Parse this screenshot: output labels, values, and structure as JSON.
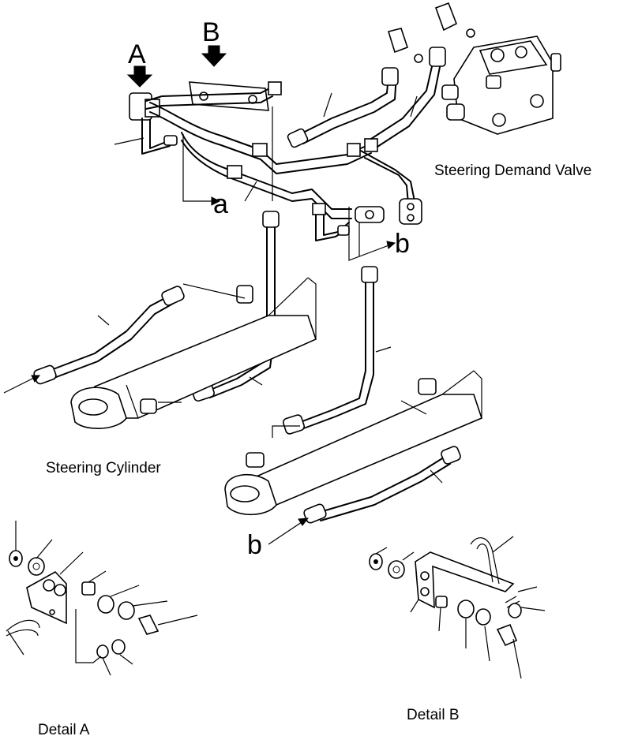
{
  "labels": {
    "view_a": "A",
    "view_b": "B",
    "point_a": "a",
    "point_b_upper": "b",
    "point_b_lower": "b",
    "steering_demand_valve": "Steering Demand Valve",
    "steering_cylinder": "Steering Cylinder",
    "detail_a": "Detail A",
    "detail_b": "Detail B"
  }
}
